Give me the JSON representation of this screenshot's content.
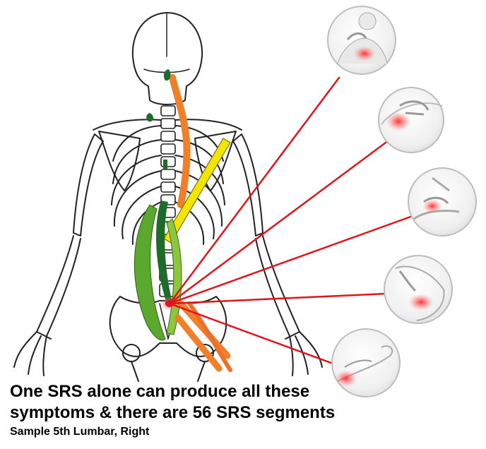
{
  "caption": {
    "line1": "One SRS alone can produce all these",
    "line2": "symptoms & there are 56 SRS segments",
    "sample": "Sample 5th Lumbar, Right"
  },
  "colors": {
    "pain_line": "#e0141c",
    "pain_glow": "#ff3b3b",
    "muscle_dark_green": "#1e6b2a",
    "muscle_green": "#5aa82d",
    "muscle_light_green": "#8cc63f",
    "muscle_yellow": "#f2e600",
    "muscle_orange": "#f07f2a",
    "bone_outline": "#222222"
  },
  "icons": [
    "neck-pain-photo",
    "shoulder-pain-photo",
    "wrist-pain-photo",
    "lower-back-pain-photo",
    "ankle-pain-photo"
  ]
}
